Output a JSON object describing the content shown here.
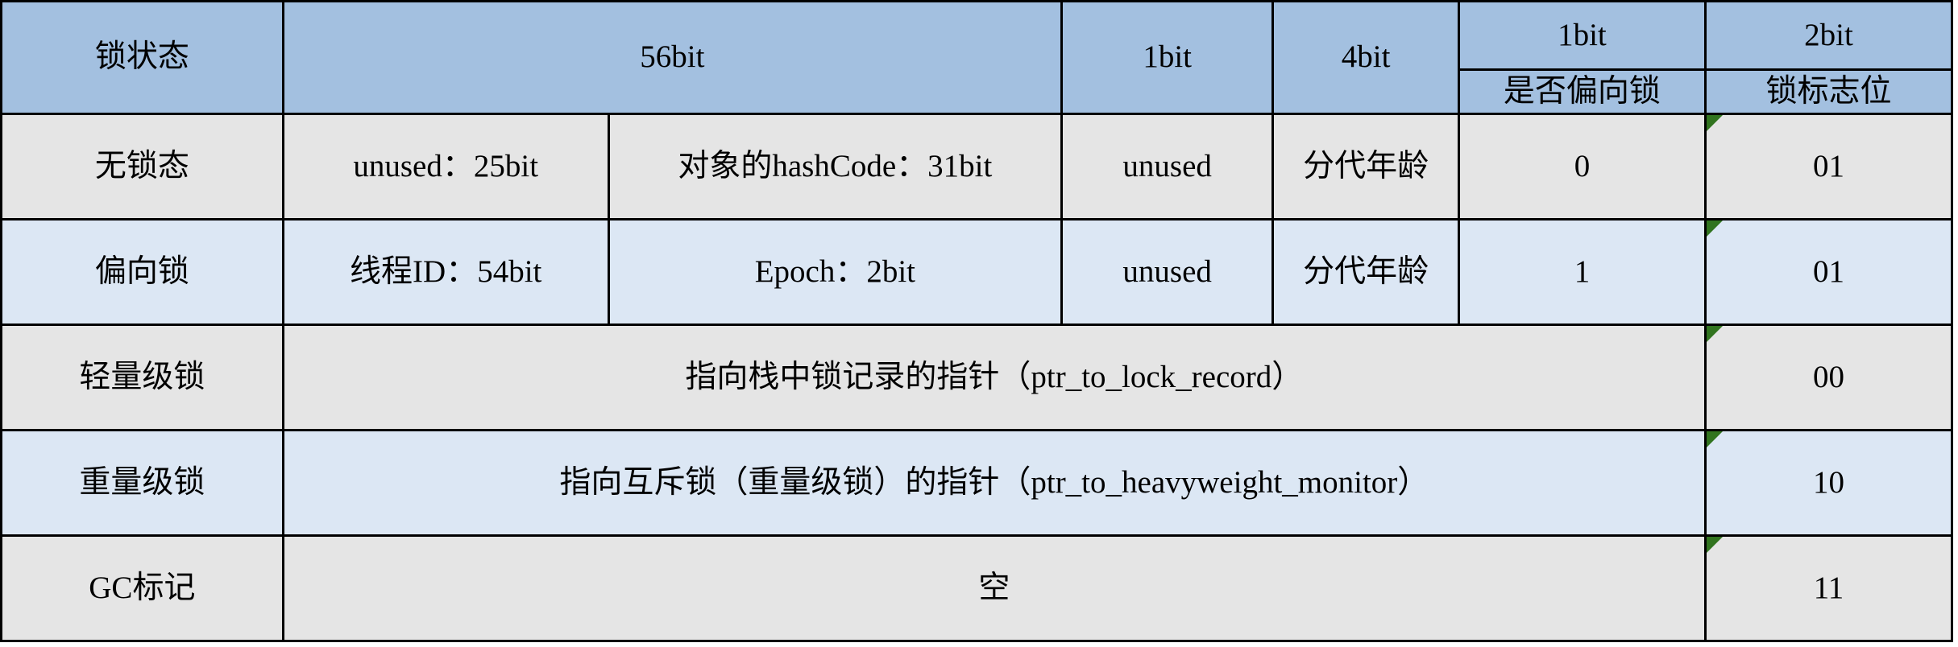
{
  "table": {
    "header": {
      "state_label": "锁状态",
      "col_56bit": "56bit",
      "col_1bit": "1bit",
      "col_4bit": "4bit",
      "group_1bit": "1bit",
      "group_2bit": "2bit",
      "sub_bias": "是否偏向锁",
      "sub_flag": "锁标志位"
    },
    "rows": [
      {
        "state": "无锁态",
        "field_a": "unused：25bit",
        "field_b": "对象的hashCode：31bit",
        "one_bit": "unused",
        "four_bit": "分代年龄",
        "biased": "0",
        "flag": "01",
        "background": "gray",
        "merged": false,
        "corner_marker": true
      },
      {
        "state": "偏向锁",
        "field_a": "线程ID：54bit",
        "field_b": "Epoch：2bit",
        "one_bit": "unused",
        "four_bit": "分代年龄",
        "biased": "1",
        "flag": "01",
        "background": "blue",
        "merged": false,
        "corner_marker": true
      },
      {
        "state": "轻量级锁",
        "merged_text": "指向栈中锁记录的指针（ptr_to_lock_record）",
        "flag": "00",
        "background": "gray",
        "merged": true,
        "corner_marker": true
      },
      {
        "state": "重量级锁",
        "merged_text": "指向互斥锁（重量级锁）的指针（ptr_to_heavyweight_monitor）",
        "flag": "10",
        "background": "blue",
        "merged": true,
        "corner_marker": true
      },
      {
        "state": "GC标记",
        "merged_text": "空",
        "flag": "11",
        "background": "gray",
        "merged": true,
        "corner_marker": true
      }
    ]
  },
  "colors": {
    "header_fill": "#a3c0e0",
    "row_gray_fill": "#e5e5e5",
    "row_blue_fill": "#dce7f4",
    "grid_line": "#000000",
    "corner_marker": "#31741f",
    "text": "#000000"
  }
}
